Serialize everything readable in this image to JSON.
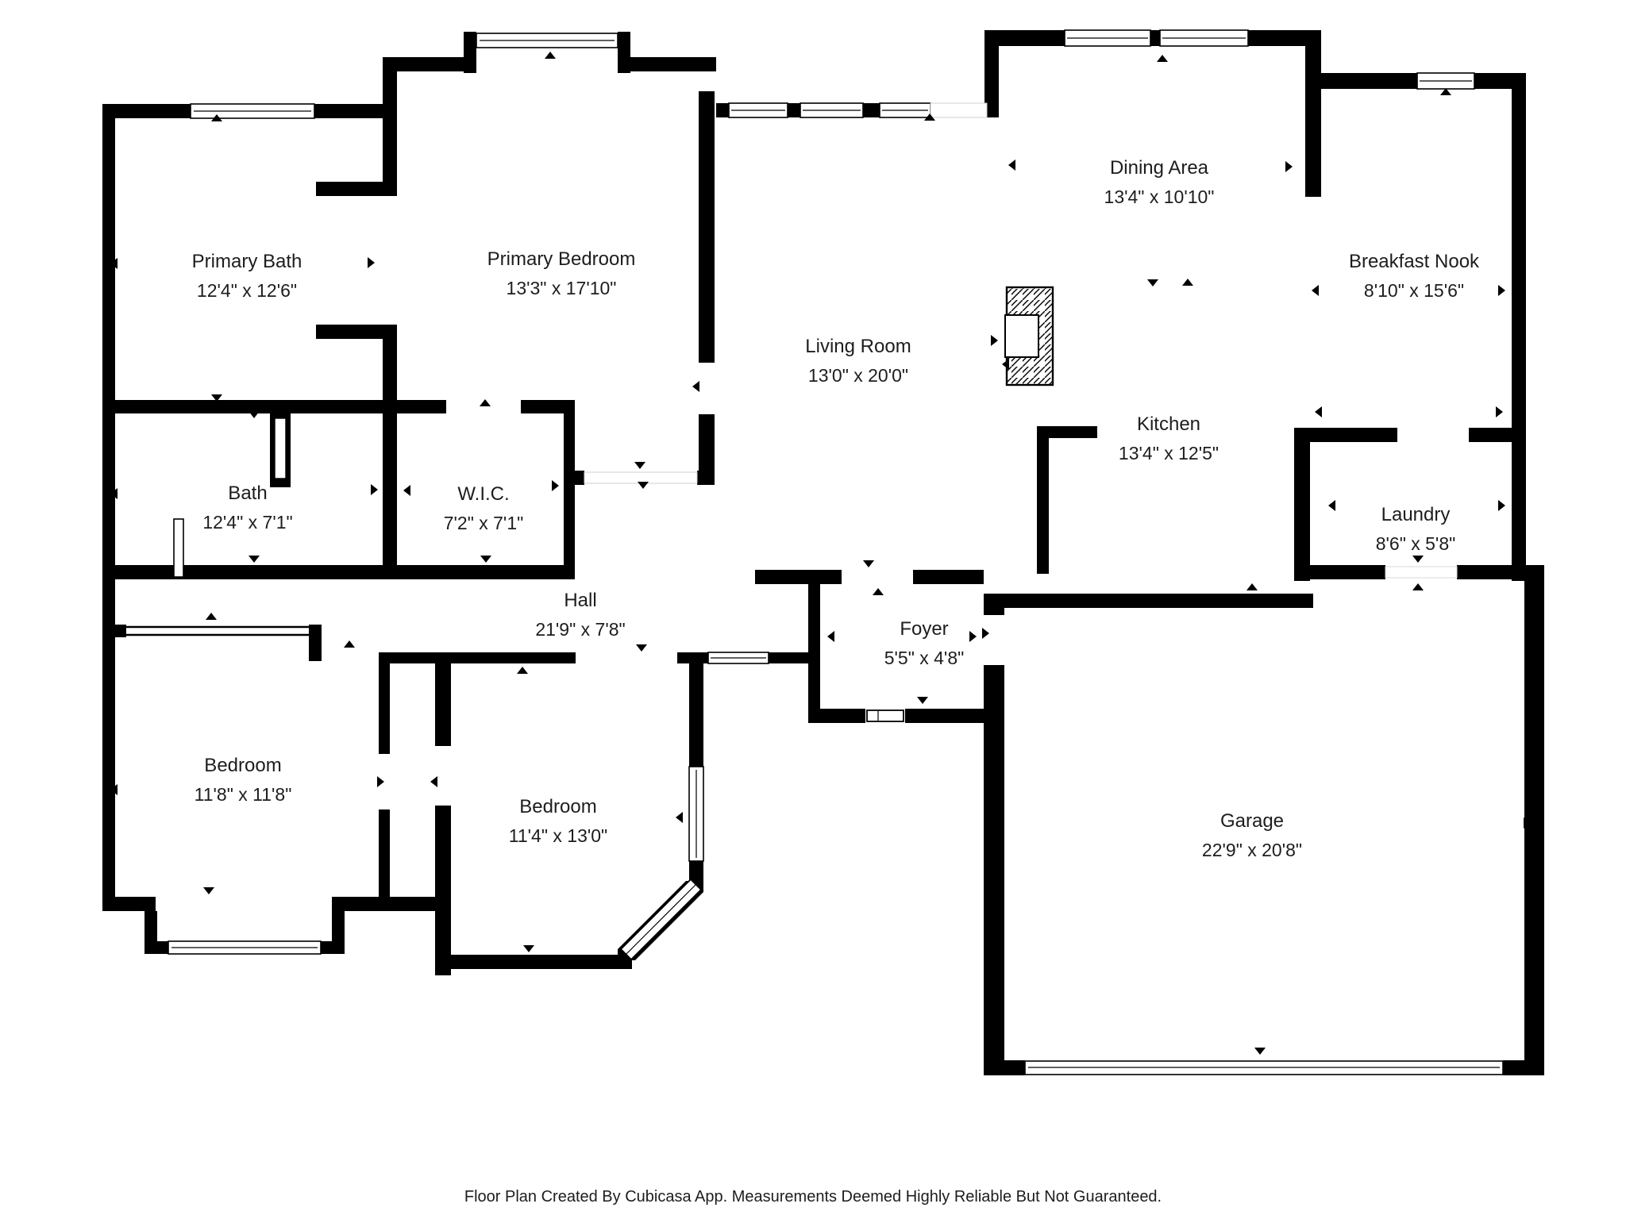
{
  "page": {
    "background": "#ffffff",
    "wall_color": "#000000",
    "text_color": "#1d1d1d"
  },
  "rooms": [
    {
      "id": "primary-bath",
      "name": "Primary Bath",
      "dimensions": "12'4\" x 12'6\""
    },
    {
      "id": "primary-bedroom",
      "name": "Primary Bedroom",
      "dimensions": "13'3\" x 17'10\""
    },
    {
      "id": "dining-area",
      "name": "Dining Area",
      "dimensions": "13'4\" x 10'10\""
    },
    {
      "id": "breakfast-nook",
      "name": "Breakfast Nook",
      "dimensions": "8'10\" x 15'6\""
    },
    {
      "id": "living-room",
      "name": "Living Room",
      "dimensions": "13'0\" x 20'0\""
    },
    {
      "id": "kitchen",
      "name": "Kitchen",
      "dimensions": "13'4\" x 12'5\""
    },
    {
      "id": "bath",
      "name": "Bath",
      "dimensions": "12'4\" x 7'1\""
    },
    {
      "id": "wic",
      "name": "W.I.C.",
      "dimensions": "7'2\" x 7'1\""
    },
    {
      "id": "laundry",
      "name": "Laundry",
      "dimensions": "8'6\" x 5'8\""
    },
    {
      "id": "hall",
      "name": "Hall",
      "dimensions": "21'9\" x 7'8\""
    },
    {
      "id": "foyer",
      "name": "Foyer",
      "dimensions": "5'5\" x 4'8\""
    },
    {
      "id": "bedroom-left",
      "name": "Bedroom",
      "dimensions": "11'8\" x 11'8\""
    },
    {
      "id": "bedroom-middle",
      "name": "Bedroom",
      "dimensions": "11'4\" x 13'0\""
    },
    {
      "id": "garage",
      "name": "Garage",
      "dimensions": "22'9\" x 20'8\""
    }
  ],
  "footer": {
    "text": "Floor Plan Created By Cubicasa App. Measurements Deemed Highly Reliable But Not Guaranteed."
  }
}
